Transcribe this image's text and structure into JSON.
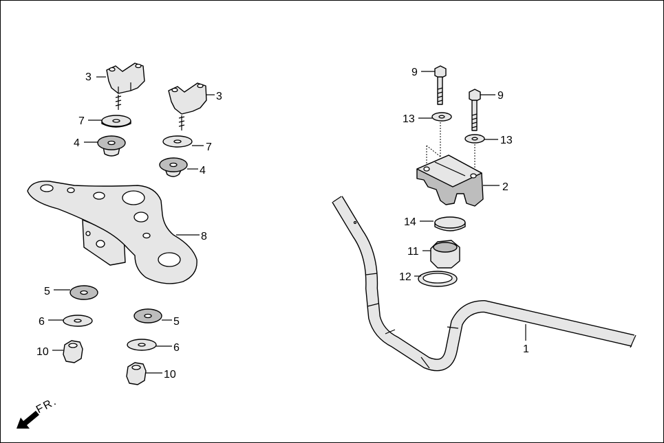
{
  "diagram": {
    "callouts": {
      "riser_top_left": "3",
      "riser_top_right": "3",
      "washer_7_left": "7",
      "washer_7_right": "7",
      "rubber_4_left": "4",
      "rubber_4_right": "4",
      "bracket": "8",
      "rubber_5_left": "5",
      "rubber_5_right": "5",
      "washer_6_left": "6",
      "washer_6_right": "6",
      "nut_10_left": "10",
      "nut_10_right": "10",
      "bolt_9_left": "9",
      "bolt_9_right": "9",
      "washer_13_left": "13",
      "washer_13_right": "13",
      "holder": "2",
      "cap_14": "14",
      "nut_11": "11",
      "washer_12": "12",
      "handlebar": "1"
    },
    "direction_label": "FR."
  }
}
